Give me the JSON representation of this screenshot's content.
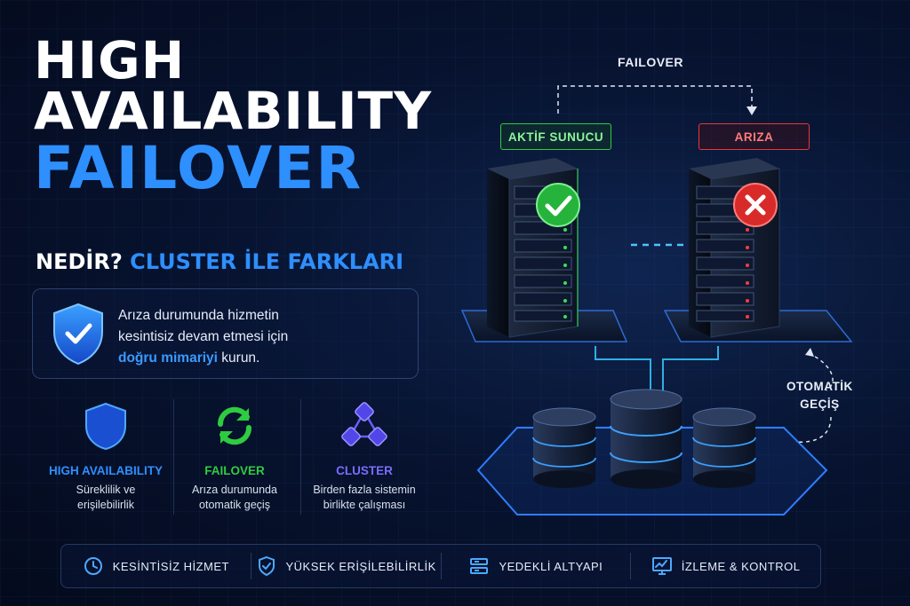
{
  "title": {
    "line1": "HIGH",
    "line2": "AVAILABILITY",
    "line3": "FAILOVER",
    "subtitle_white": "NEDİR?",
    "subtitle_blue": "CLUSTER İLE FARKLARI"
  },
  "info": {
    "line1": "Arıza durumunda hizmetin",
    "line2": "kesintisiz devam etmesi için",
    "highlight": "doğru mimariyi",
    "line3_rest": "kurun."
  },
  "features": [
    {
      "title": "HIGH AVAILABILITY",
      "desc1": "Süreklilik ve",
      "desc2": "erişilebilirlik",
      "color": "#2e8fff",
      "icon": "shield-icon"
    },
    {
      "title": "FAILOVER",
      "desc1": "Arıza durumunda",
      "desc2": "otomatik geçiş",
      "color": "#2ecc40",
      "icon": "refresh-icon"
    },
    {
      "title": "CLUSTER",
      "desc1": "Birden fazla sistemin",
      "desc2": "birlikte çalışması",
      "color": "#6a5cff",
      "icon": "cluster-icon"
    }
  ],
  "diagram": {
    "failover_label": "FAILOVER",
    "active_label": "AKTİF SUNUCU",
    "fail_label": "ARIZA",
    "auto_line1": "OTOMATİK",
    "auto_line2": "GEÇİŞ"
  },
  "bottom": [
    {
      "label": "KESİNTİSİZ HİZMET",
      "icon": "clock-icon"
    },
    {
      "label": "YÜKSEK ERİŞİLEBİLİRLİK",
      "icon": "shield-check-icon"
    },
    {
      "label": "YEDEKLİ ALTYAPI",
      "icon": "server-icon"
    },
    {
      "label": "İZLEME & KONTROL",
      "icon": "monitor-icon"
    }
  ],
  "colors": {
    "accent": "#2e8fff",
    "success": "#2ecc40",
    "danger": "#e53935",
    "cluster": "#6a5cff"
  }
}
